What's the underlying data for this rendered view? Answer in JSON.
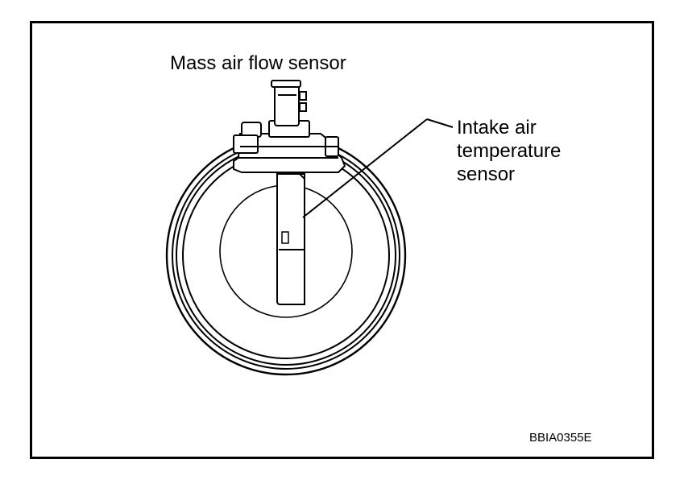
{
  "diagram": {
    "labels": {
      "mass_air_flow_sensor": "Mass air flow sensor",
      "intake_air_temperature_sensor": [
        "Intake air",
        "temperature",
        "sensor"
      ]
    },
    "figure_code": "BBIA0355E",
    "colors": {
      "line": "#000000",
      "background": "#ffffff"
    }
  }
}
